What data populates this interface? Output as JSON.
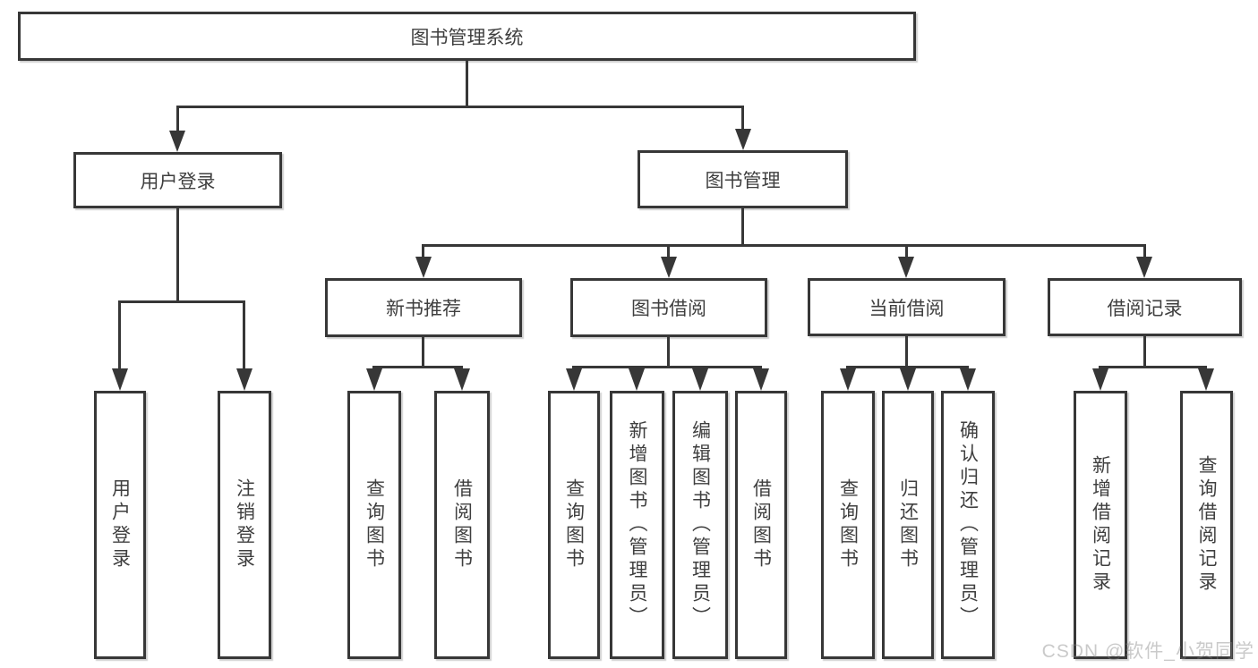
{
  "diagram_title": "图书管理系统",
  "tree": {
    "root": {
      "label": "图书管理系统"
    },
    "level2": [
      {
        "label": "用户登录"
      },
      {
        "label": "图书管理"
      }
    ],
    "level3": [
      {
        "label": "新书推荐"
      },
      {
        "label": "图书借阅"
      },
      {
        "label": "当前借阅"
      },
      {
        "label": "借阅记录"
      }
    ],
    "leaves": {
      "user_login": [
        {
          "label": "用户登录"
        },
        {
          "label": "注销登录"
        }
      ],
      "new_books": [
        {
          "label": "查询图书"
        },
        {
          "label": "借阅图书"
        }
      ],
      "book_borrow": [
        {
          "label": "查询图书"
        },
        {
          "label": "新增图书（管理员）"
        },
        {
          "label": "编辑图书（管理员）"
        },
        {
          "label": "借阅图书"
        }
      ],
      "current_borrow": [
        {
          "label": "查询图书"
        },
        {
          "label": "归还图书"
        },
        {
          "label": "确认归还（管理员）"
        }
      ],
      "borrow_records": [
        {
          "label": "新增借阅记录"
        },
        {
          "label": "查询借阅记录"
        }
      ]
    }
  },
  "watermark": {
    "text": "CSDN @软件_小贺同学"
  },
  "colors": {
    "line": "#373737",
    "text": "#3f3f3f",
    "background": "#ffffff",
    "watermark_gray": "#b9b9b9"
  }
}
